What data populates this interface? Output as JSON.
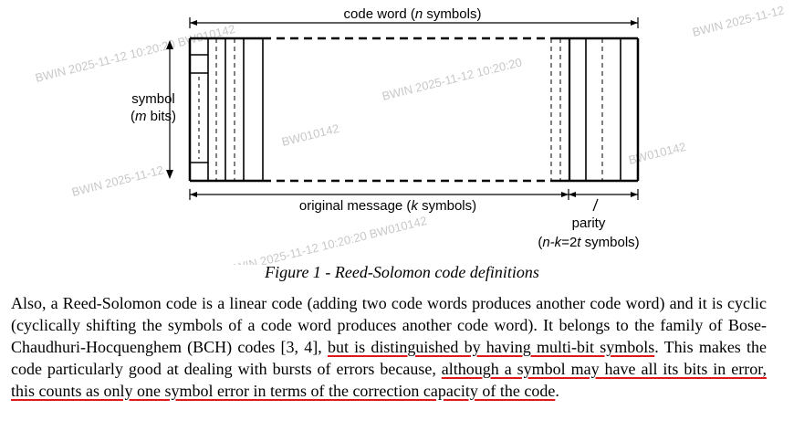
{
  "figure": {
    "code_word_label": [
      "code word (",
      "n",
      " symbols)"
    ],
    "symbol_label_line1": "symbol",
    "symbol_label_line2": [
      "(",
      "m",
      " bits)"
    ],
    "original_message_label": [
      "original message (",
      "k",
      " symbols)"
    ],
    "parity_label_line1": "parity",
    "parity_label_line2": [
      "(",
      "n-k",
      "=2",
      "t",
      " symbols)"
    ],
    "caption": "Figure 1 - Reed-Solomon code definitions"
  },
  "paragraph": {
    "seg1": "Also, a Reed-Solomon code is a linear code (adding two code words produces another code word) and it is cyclic (cyclically shifting the symbols of a code word produces another code word).  It belongs to the family of Bose-Chaudhuri-Hocquenghem (BCH) codes [3, 4], ",
    "seg2": "but is distinguished by having multi-bit symbols",
    "seg3": ".  This makes the code particularly good at dealing with bursts of errors because, ",
    "seg4": "although a symbol may have all its bits in error, this counts as only one symbol error in terms of the correction capacity of the code",
    "seg5": "."
  },
  "watermark": {
    "texts": [
      "BWIN 2025-11-12 10:20:20 BW010142",
      "BW010142",
      "BWIN 2025-11-12 10:20:20",
      "BWIN 2025-11-12"
    ]
  },
  "colors": {
    "underline": "#e01818",
    "watermark": "#c8c8c8"
  }
}
